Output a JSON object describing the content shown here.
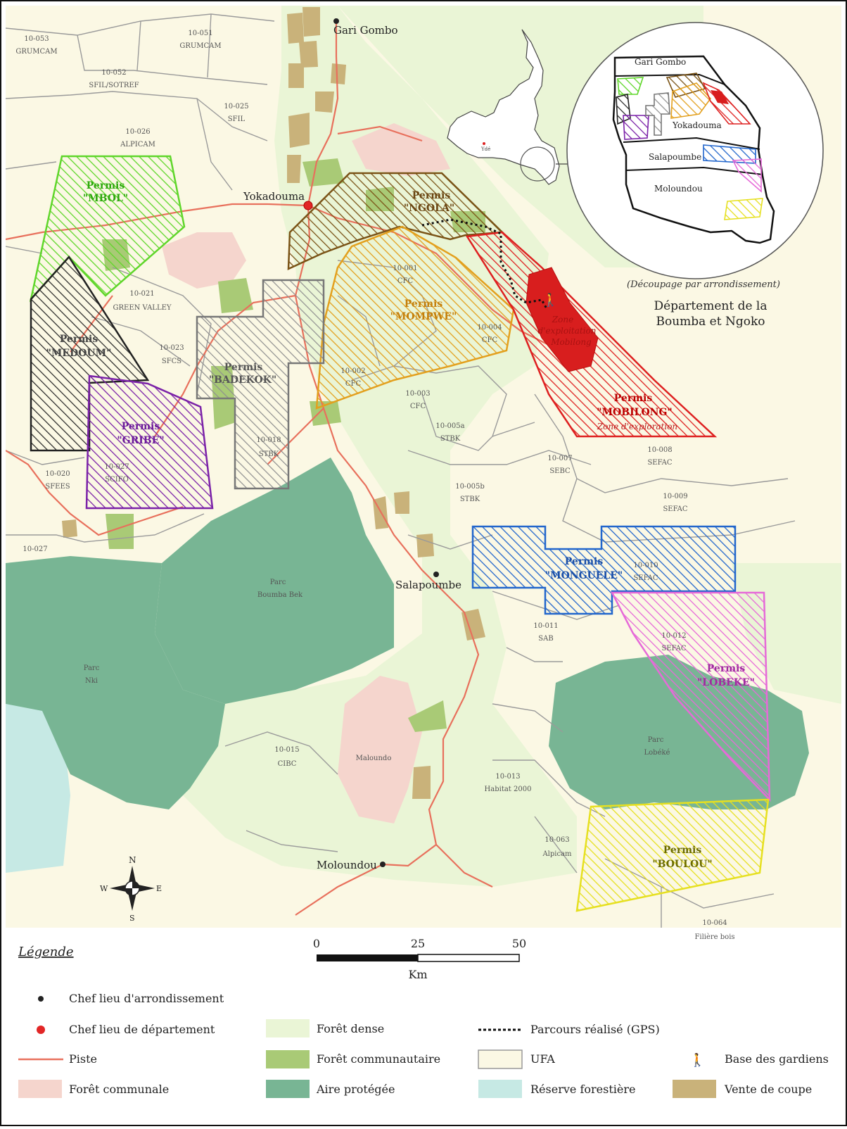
{
  "colors": {
    "dense_forest": "#eaf5d6",
    "ufa": "#fbf8e4",
    "protected_area": "#78b594",
    "communal_forest": "#f5d5cd",
    "community_forest": "#a9ca76",
    "sale_of_cut": "#c9b27a",
    "reserve": "#c6e9e4",
    "track": "#e8705c"
  },
  "towns": {
    "gari_gombo": "Gari Gombo",
    "yokadouma": "Yokadouma",
    "salapoumbe": "Salapoumbe",
    "moloundou": "Moloundou"
  },
  "ufas": [
    {
      "code": "10-053",
      "name": "GRUMCAM"
    },
    {
      "code": "10-051",
      "name": "GRUMCAM"
    },
    {
      "code": "10-052",
      "name": "SFIL/SOTREF"
    },
    {
      "code": "10-025",
      "name": "SFIL"
    },
    {
      "code": "10-026",
      "name": "ALPICAM"
    },
    {
      "code": "10-021",
      "name": "GREEN VALLEY"
    },
    {
      "code": "10-023",
      "name": "SFCS"
    },
    {
      "code": "10-020",
      "name": "SFEES"
    },
    {
      "code": "10-027",
      "name": ""
    },
    {
      "code": "10-027",
      "name": "SCIFO"
    },
    {
      "code": "10-018",
      "name": "STBK"
    },
    {
      "code": "10-001",
      "name": "CFC"
    },
    {
      "code": "10-002",
      "name": "CFC"
    },
    {
      "code": "10-003",
      "name": "CFC"
    },
    {
      "code": "10-004",
      "name": "CFC"
    },
    {
      "code": "10-005a",
      "name": "STBK"
    },
    {
      "code": "10-005b",
      "name": "STBK"
    },
    {
      "code": "10-007",
      "name": "SEBC"
    },
    {
      "code": "10-008",
      "name": "SEFAC"
    },
    {
      "code": "10-009",
      "name": "SEFAC"
    },
    {
      "code": "10-010",
      "name": "SEFAC"
    },
    {
      "code": "10-011",
      "name": "SAB"
    },
    {
      "code": "10-012",
      "name": "SEFAC"
    },
    {
      "code": "10-013",
      "name": "Habitat 2000"
    },
    {
      "code": "10-015",
      "name": "CIBC"
    },
    {
      "code": "10-063",
      "name": "Alpicam"
    },
    {
      "code": "10-064",
      "name": "Filière bois"
    }
  ],
  "parks": {
    "boumba_bek": {
      "l1": "Parc",
      "l2": "Boumba Bek"
    },
    "nki": {
      "l1": "Parc",
      "l2": "Nki"
    },
    "lobeke": {
      "l1": "Parc",
      "l2": "Lobéké"
    },
    "maloundo": "Maloundo"
  },
  "permits": [
    {
      "word": "Permis",
      "name": "\"MBOL\""
    },
    {
      "word": "Permis",
      "name": "\"NGOLA\""
    },
    {
      "word": "Permis",
      "name": "\"MOMPWE\""
    },
    {
      "word": "Permis",
      "name": "\"MEDOUM\""
    },
    {
      "word": "Permis",
      "name": "\"BADEKOK\""
    },
    {
      "word": "Permis",
      "name": "\"GRIBE\""
    },
    {
      "word": "Permis",
      "name": "\"MOBILONG\""
    },
    {
      "word": "Permis",
      "name": "\"MONGUELE\""
    },
    {
      "word": "Permis",
      "name": "\"LOBEKE\""
    },
    {
      "word": "Permis",
      "name": "\"BOULOU\""
    }
  ],
  "annotations": {
    "exploration_zone": "Zone d'exploration",
    "exploitation_zone_l1": "Zone",
    "exploitation_zone_l2": "d'exploitation",
    "exploitation_zone_l3": "Mobilong"
  },
  "inset": {
    "capital": "Ydé",
    "district_caption": "(Découpage par arrondissement)",
    "dept_title_l1": "Département de la",
    "dept_title_l2": "Boumba et Ngoko",
    "districts": {
      "gari_gombo": "Gari Gombo",
      "yokadouma": "Yokadouma",
      "salapoumbe": "Salapoumbe",
      "moloundou": "Moloundou"
    }
  },
  "compass": {
    "n": "N",
    "s": "S",
    "e": "E",
    "w": "W"
  },
  "scale": {
    "ticks": [
      "0",
      "25",
      "50"
    ],
    "unit": "Km"
  },
  "legend": {
    "title": "Légende",
    "items": {
      "district_capital": "Chef lieu d'arrondissement",
      "dept_capital": "Chef lieu de département",
      "track": "Piste",
      "communal_forest": "Forêt communale",
      "dense_forest": "Forêt dense",
      "community_forest": "Forêt communautaire",
      "protected_area": "Aire protégée",
      "gps_route": "Parcours réalisé (GPS)",
      "ufa": "UFA",
      "reserve": "Réserve forestière",
      "guard_base": "Base des gardiens",
      "sale_of_cut": "Vente de coupe"
    }
  }
}
